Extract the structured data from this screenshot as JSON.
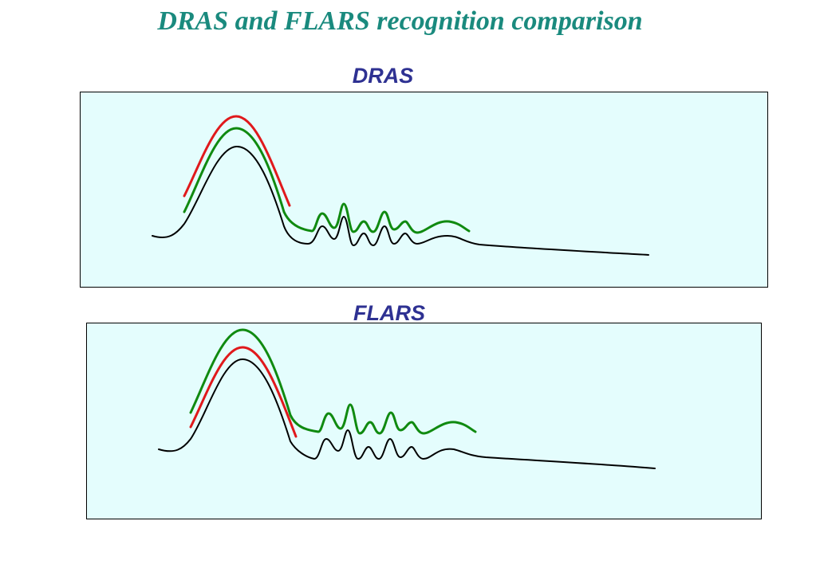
{
  "title": "DRAS and FLARS recognition comparison",
  "panels": {
    "dras": {
      "label": "DRAS"
    },
    "flars": {
      "label": "FLARS"
    }
  },
  "colors": {
    "title": "#1a8a7e",
    "label": "#2e3192",
    "panel_bg": "#e4fdfd",
    "curve_red": "#e0191c",
    "curve_green": "#108a10",
    "curve_black": "#000000"
  }
}
